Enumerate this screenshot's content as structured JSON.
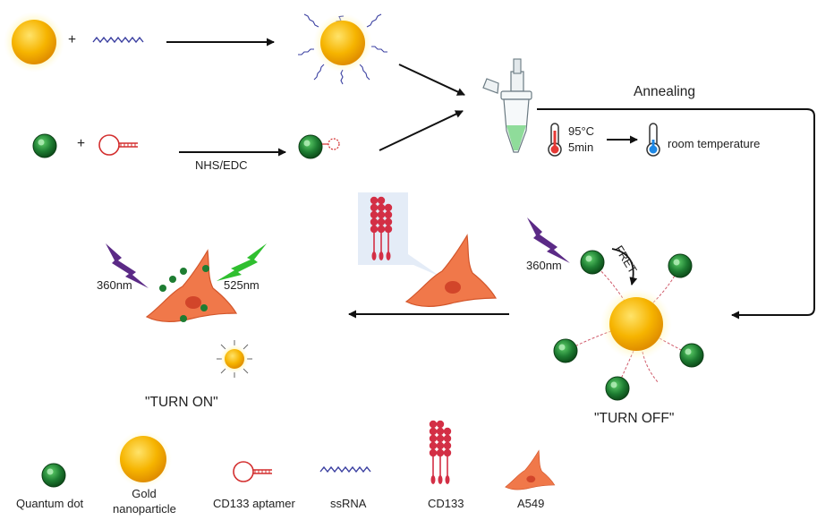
{
  "labels": {
    "nhs_edc": "NHS/EDC",
    "annealing": "Annealing",
    "temp_high": "95°C",
    "duration": "5min",
    "room_temp": "room temperature",
    "uv_right": "360nm",
    "fret": "FRET",
    "uv_left": "360nm",
    "emission": "525nm",
    "turn_on": "\"TURN ON\"",
    "turn_off": "\"TURN OFF\"",
    "plus": "+"
  },
  "legend": {
    "quantum_dot": "Quantum dot",
    "gold_line1": "Gold",
    "gold_line2": "nanoparticle",
    "aptamer": "CD133 aptamer",
    "ssrna": "ssRNA",
    "cd133": "CD133",
    "a549": "A549"
  },
  "colors": {
    "gold": "#f6b400",
    "gold_glow": "#fff3a0",
    "quantum_dot": "#1e7d32",
    "aptamer": "#d32f2f",
    "ssrna": "#3a3fa0",
    "cd133": "#d32f45",
    "cell": "#f0784a",
    "uv_bolt": "#5b2a86",
    "green_bolt": "#2fbf2f",
    "tube_liquid": "#8fdc9a",
    "callout_bg": "#e4ecf7"
  }
}
